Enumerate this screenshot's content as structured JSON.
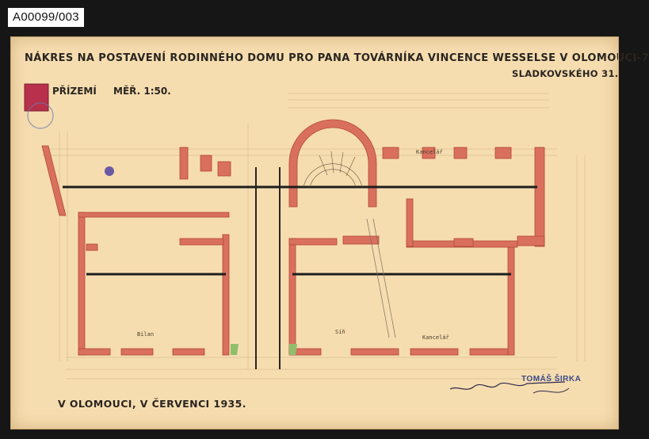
{
  "archive": {
    "id": "A00099/003"
  },
  "drawing": {
    "title": "NÁKRES NA POSTAVENÍ RODINNÉHO DOMU PRO PANA TOVÁRNÍKA VINCENCE WESSELSE V OLOMOUCI-7",
    "address": "SLADKOVSKÉHO 31.",
    "floor": "PŘÍZEMÍ",
    "scale": "MĚŘ. 1:50.",
    "date_place": "V OLOMOUCI, V ČERVENCI 1935.",
    "stamp_name": "TOMÁŠ ŠIRKA",
    "room_labels": [
      "Kancelář",
      "Kancelář",
      "Síň",
      "Bilan"
    ]
  },
  "colors": {
    "paper": "#f6ddb0",
    "wall": "#d9705d",
    "wall_outline": "#b2473a",
    "ink": "#2a2520",
    "stamp_blue": "#3b4a8a",
    "background": "#161616"
  }
}
